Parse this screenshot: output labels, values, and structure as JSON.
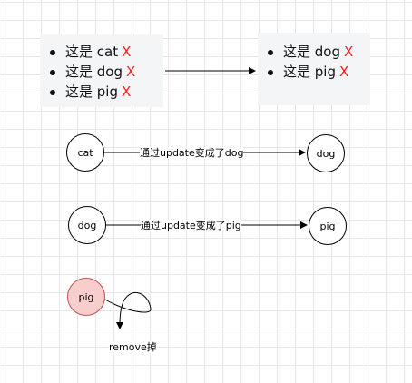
{
  "before_list": {
    "items": [
      {
        "text": "这是 cat",
        "mark": "X"
      },
      {
        "text": "这是 dog",
        "mark": "X"
      },
      {
        "text": "这是 pig",
        "mark": "X"
      }
    ]
  },
  "after_list": {
    "items": [
      {
        "text": "这是 dog",
        "mark": "X"
      },
      {
        "text": "这是 pig",
        "mark": "X"
      }
    ]
  },
  "row1": {
    "from": "cat",
    "to": "dog",
    "label": "通过update变成了dog"
  },
  "row2": {
    "from": "dog",
    "to": "pig",
    "label": "通过update变成了pig"
  },
  "row3": {
    "node": "pig",
    "label": "remove掉"
  },
  "colors": {
    "mark": "#ff1a1a",
    "removed_fill": "#f8cecc",
    "removed_stroke": "#b85450"
  }
}
